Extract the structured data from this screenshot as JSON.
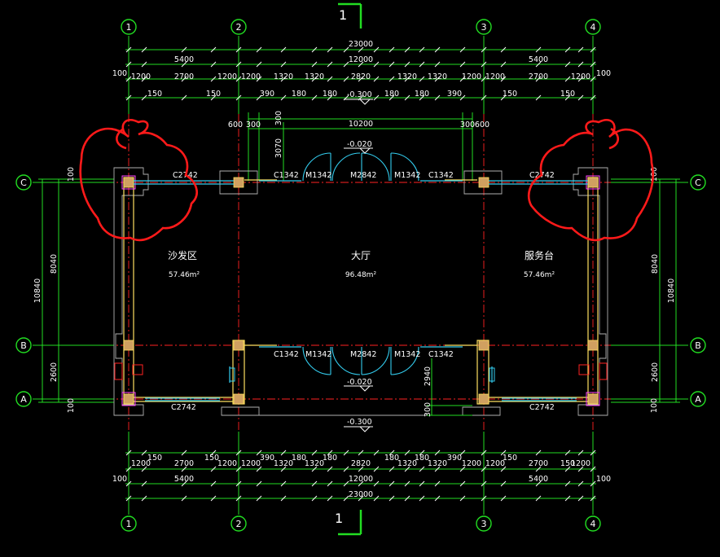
{
  "axes": {
    "numbers": [
      "1",
      "2",
      "3",
      "4"
    ],
    "letters": [
      "A",
      "B",
      "C"
    ]
  },
  "section_marker": "1",
  "dims_top": {
    "overall": "23000",
    "bays": [
      "5400",
      "12000",
      "5400"
    ],
    "edge": "100",
    "row3": [
      "1200",
      "2700",
      "1200",
      "1200",
      "1320",
      "1320",
      "2820",
      "1320",
      "1320",
      "1200",
      "1200",
      "2700",
      "1200"
    ],
    "row4": [
      "150",
      "150",
      "390",
      "180",
      "180",
      "180",
      "180",
      "390",
      "150",
      "150"
    ],
    "porch_left": "600",
    "porch_300": "300",
    "porch_span": "10200",
    "porch_right_300": "300",
    "porch_right_600": "600",
    "porch_depth": "300",
    "porch_3070": "3070"
  },
  "dims_bottom": {
    "overall": "23000",
    "bays": [
      "5400",
      "12000",
      "5400"
    ],
    "edge": "100",
    "row": [
      "1200",
      "2700",
      "1200",
      "1200",
      "1320",
      "1320",
      "2820",
      "1320",
      "1320",
      "1200",
      "1200",
      "2700",
      "1200"
    ],
    "row_small": [
      "150",
      "150",
      "390",
      "180",
      "180",
      "180",
      "180",
      "390",
      "150",
      "150"
    ],
    "depth_2940": "2940",
    "depth_300": "300"
  },
  "dims_side": {
    "total": "10840",
    "upper": "8040",
    "lower": "2600",
    "edge": "100"
  },
  "levels": {
    "top_outer": "-0.300",
    "top_inner": "-0.020",
    "bottom_inner": "-0.020",
    "bottom_outer": "-0.300"
  },
  "openings": {
    "C2742": "C2742",
    "C1342": "C1342",
    "M1342": "M1342",
    "M2842": "M2842"
  },
  "rooms": [
    {
      "name": "沙发区",
      "area": "57.46m²"
    },
    {
      "name": "大厅",
      "area": "96.48m²"
    },
    {
      "name": "服务台",
      "area": "57.46m²"
    }
  ],
  "colors": {
    "background": "#000000",
    "dimension": "#22dd22",
    "axis_grid": "#ff2222",
    "wall": "#ffe060",
    "window": "#33ccee",
    "revision_cloud": "#ff1a1a"
  }
}
